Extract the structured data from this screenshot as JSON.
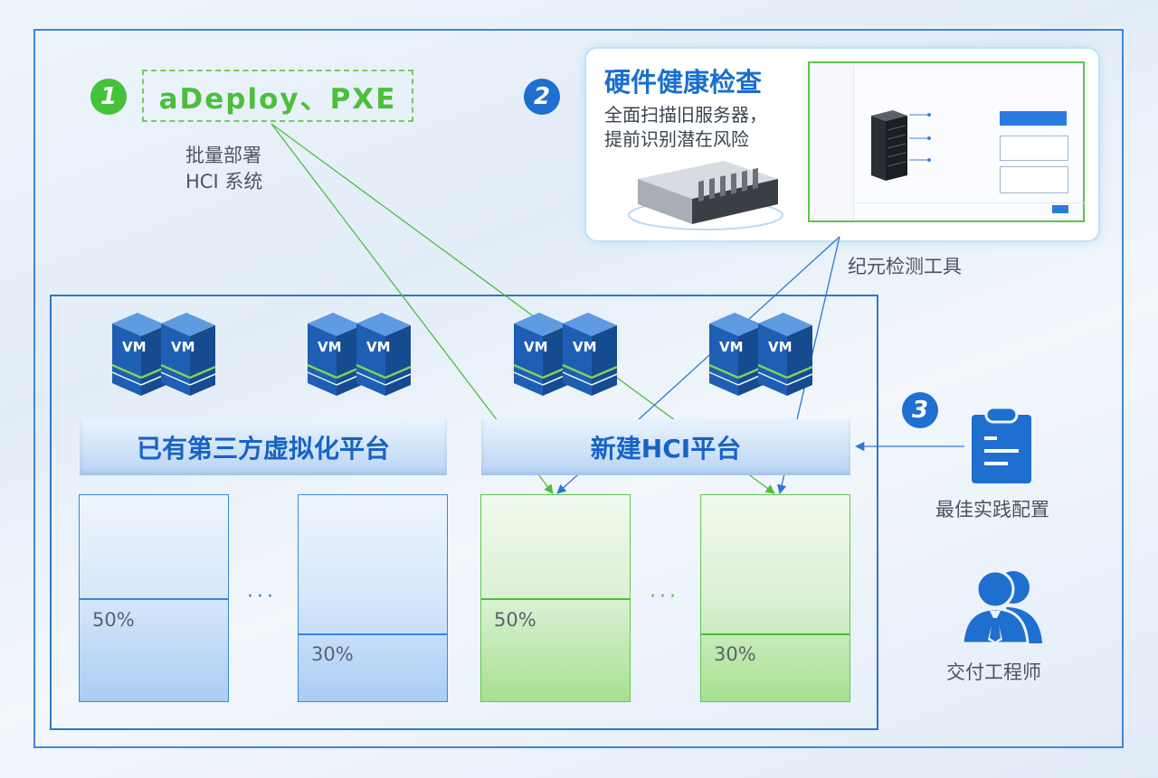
{
  "steps": [
    "1",
    "2",
    "3"
  ],
  "deploy": {
    "title": "aDeploy、PXE",
    "desc_line1": "批量部署",
    "desc_line2": "HCI 系统"
  },
  "health": {
    "title": "硬件健康检查",
    "sub_line1": "全面扫描旧服务器，",
    "sub_line2": "提前识别潜在风险",
    "tool_label": "纪元检测工具"
  },
  "vm_label": "VM",
  "platforms": {
    "existing": "已有第三方虚拟化平台",
    "new": "新建HCI平台"
  },
  "columns": {
    "existing": [
      "50%",
      "30%"
    ],
    "new": [
      "50%",
      "30%"
    ]
  },
  "ellipsis": "···",
  "best_practice": "最佳实践配置",
  "engineer": "交付工程师",
  "colors": {
    "blue": "#1f6fd0",
    "green": "#45c23a",
    "vm_blue": "#1d4f9a"
  }
}
